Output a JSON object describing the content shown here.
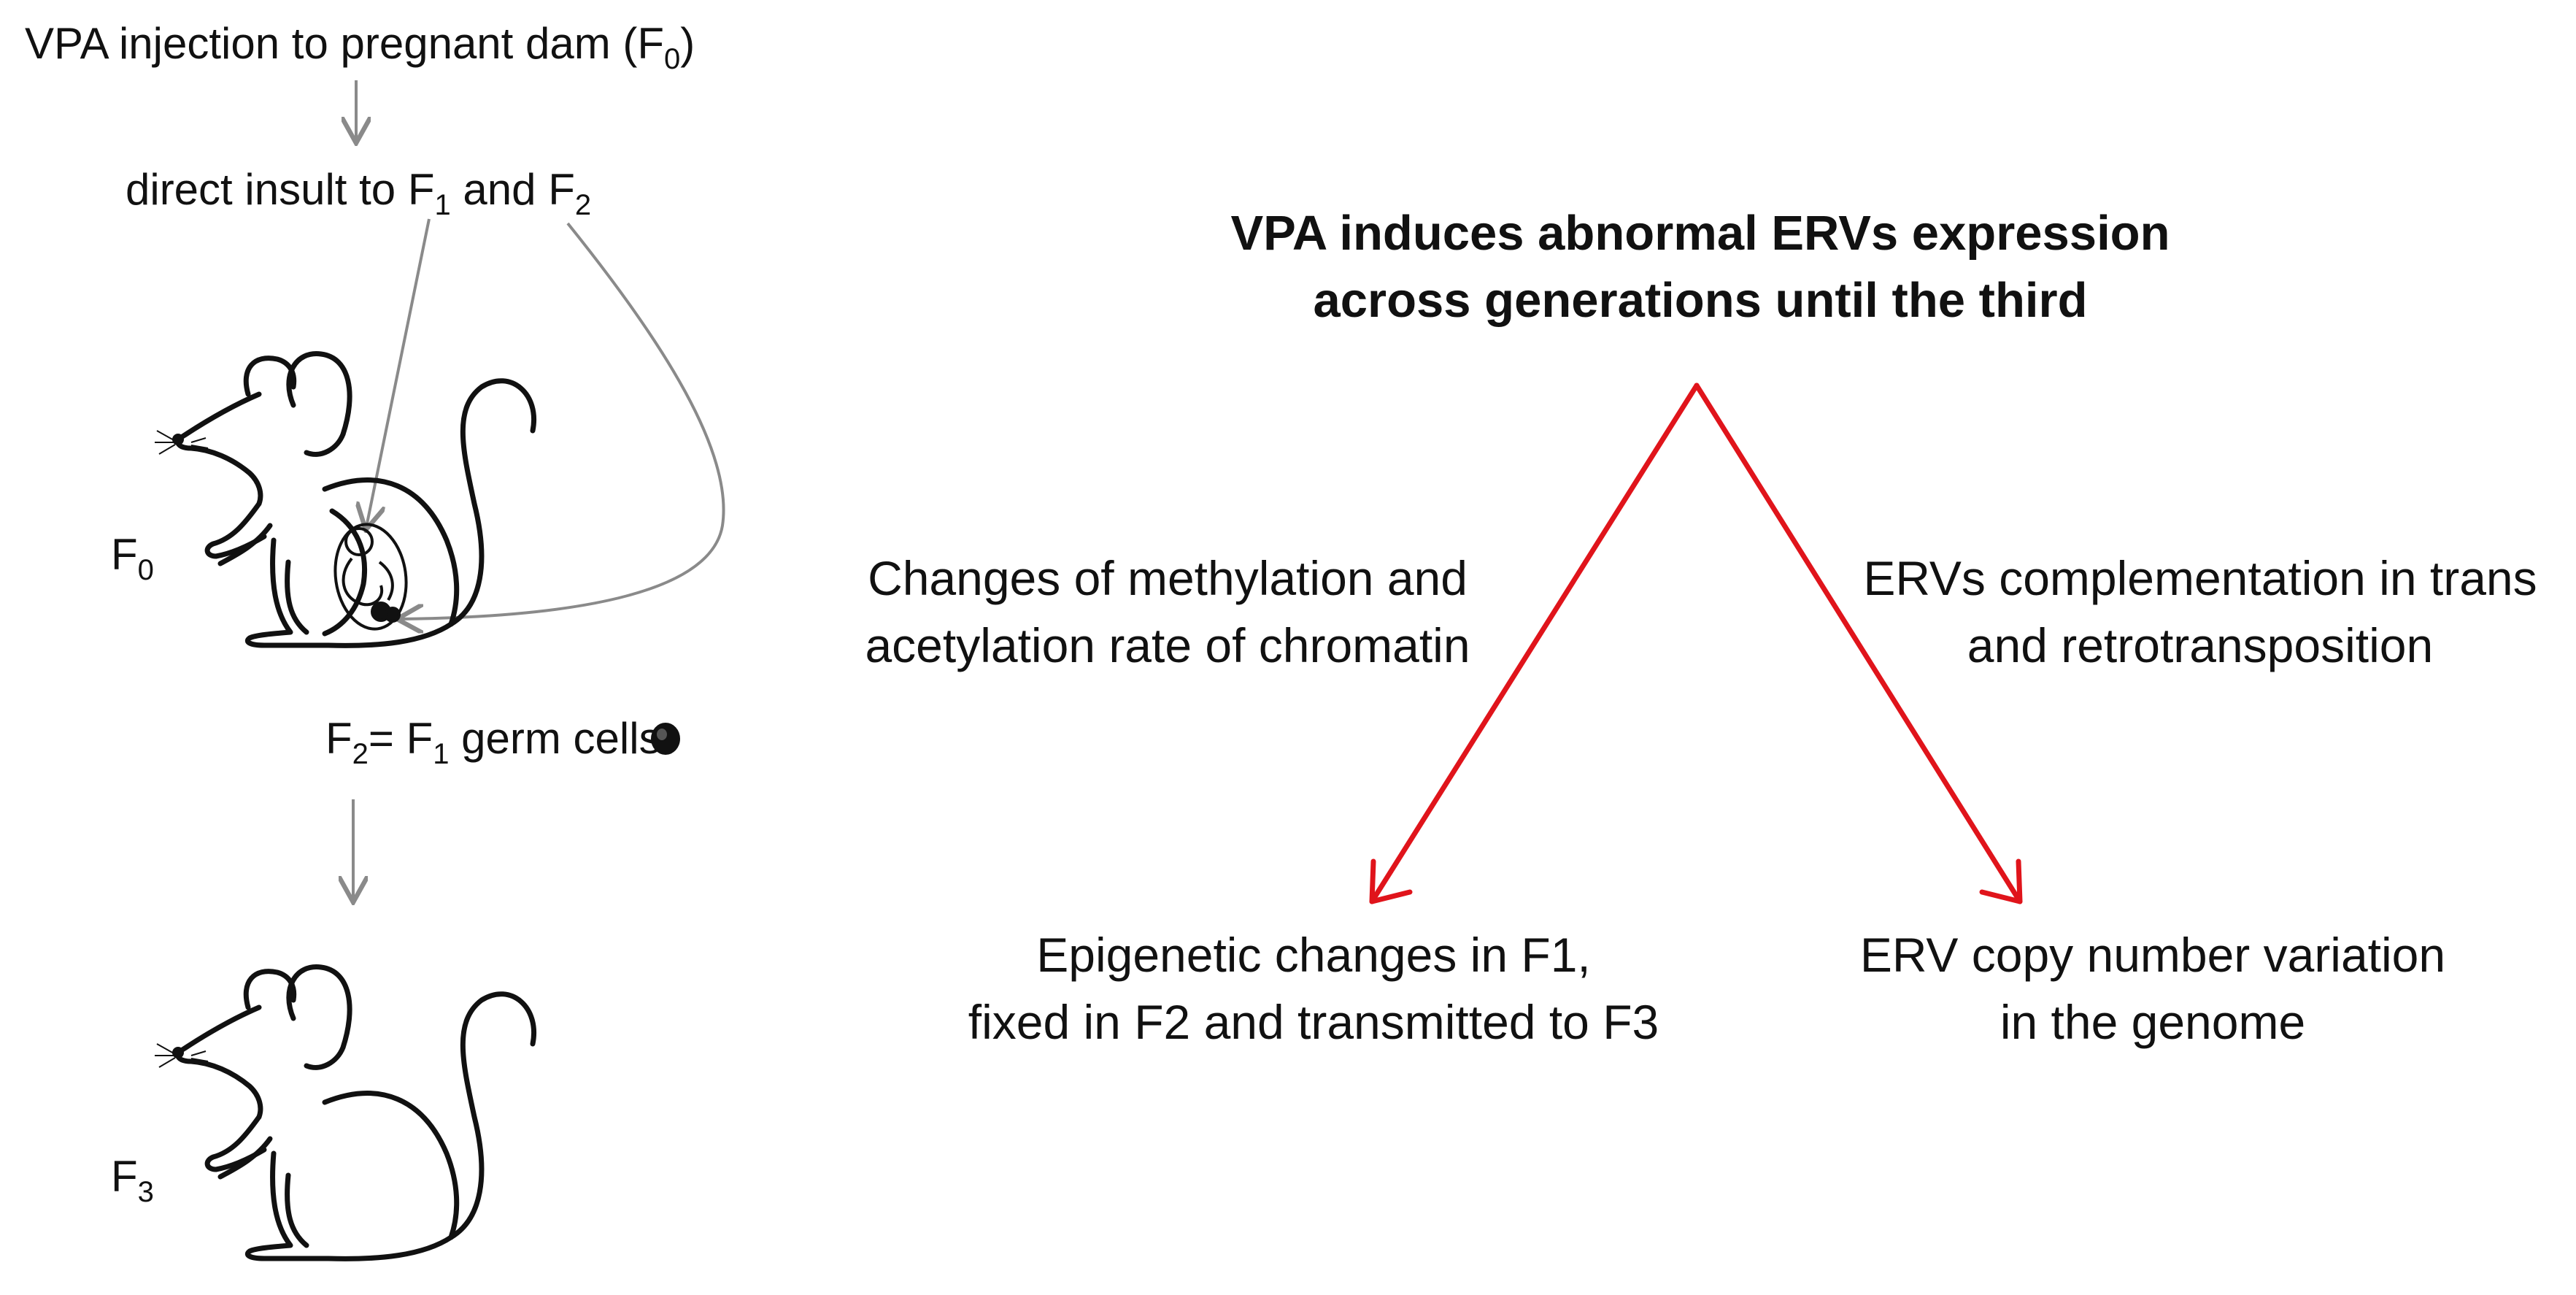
{
  "left": {
    "step1": {
      "text": "VPA injection to pregnant dam (F",
      "sub": "0",
      "suffix": ")"
    },
    "step2": {
      "text": "direct insult to F",
      "sub1": "1",
      "mid": " and F",
      "sub2": "2"
    },
    "f0_label": {
      "text": "F",
      "sub": "0"
    },
    "germ_cells": {
      "a": "F",
      "sub_a": "2",
      "b": "= F",
      "sub_b": "1",
      "c": " germ cells"
    },
    "f3_label": {
      "text": "F",
      "sub": "3"
    }
  },
  "right": {
    "title_line1": "VPA induces abnormal ERVs expression",
    "title_line2": "across generations until the third",
    "left_mechanism_line1": "Changes of methylation and",
    "left_mechanism_line2": "acetylation rate of chromatin",
    "right_mechanism_line1": "ERVs complementation in trans",
    "right_mechanism_line2": "and retrotransposition",
    "left_outcome_line1": "Epigenetic changes in F1,",
    "left_outcome_line2": "fixed in F2 and transmitted to F3",
    "right_outcome_line1": "ERV copy number variation",
    "right_outcome_line2": "in the genome"
  },
  "colors": {
    "arrow_gray": "#8a8a8a",
    "arrow_red": "#e0141b",
    "text": "#111111"
  },
  "icons": [
    "mouse-icon-f0",
    "embryo-icon",
    "germ-cell-dot-icon",
    "mouse-icon-f3"
  ]
}
